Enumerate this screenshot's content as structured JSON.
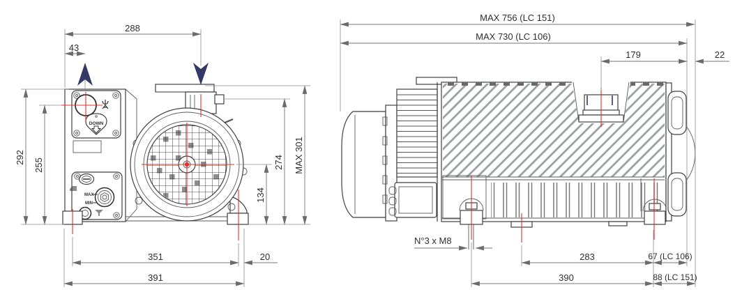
{
  "drawing": {
    "type": "pump dimensional drawing, front and side orthographic views",
    "colors": {
      "background": "#ffffff",
      "outline": "#3f3f3f",
      "dimension": "#757575",
      "centerline_red": "#e23128",
      "flow_arrow_navy": "#333a66",
      "hatch_gray": "#9aa0a3"
    },
    "front_view": {
      "labels": {
        "down_badge": "DOWN",
        "oil_max": "MAX",
        "oil_min": "MIN"
      },
      "dims": {
        "width_top": "288",
        "exhaust_offset": "43",
        "height_body": "292",
        "height_port": "255",
        "height_max": "MAX 301",
        "height_inlet": "274",
        "height_axis": "134",
        "feet_span": "351",
        "foot_overhang": "20",
        "base_width": "391"
      }
    },
    "side_view": {
      "dims": {
        "length_max_lc151": "MAX  756 (LC 151)",
        "length_max_lc106": "MAX 730 (LC 106)",
        "inlet_offset": "179",
        "rear_offset": "22",
        "mounting_holes": "N°3 x M8",
        "feet_span_inner": "283",
        "rear_foot_lc106": "67 (LC 106)",
        "feet_span_outer": "390",
        "rear_foot_lc151": "88 (LC 151)"
      }
    }
  }
}
